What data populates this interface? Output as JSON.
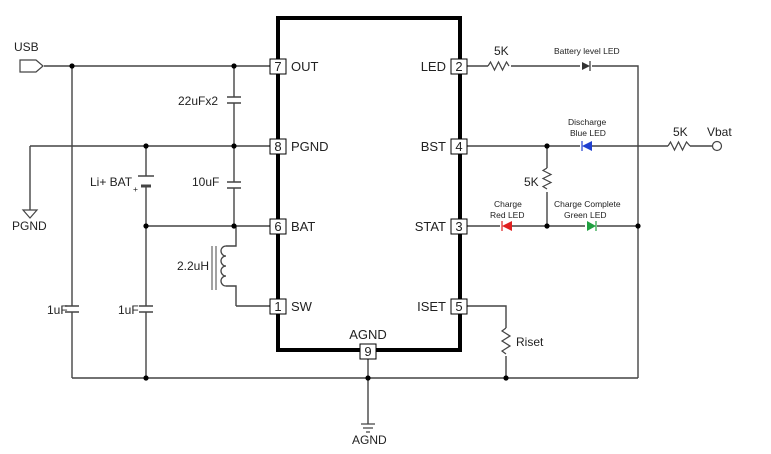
{
  "ports": {
    "usb": "USB",
    "pgnd": "PGND",
    "agnd": "AGND",
    "vbat": "Vbat"
  },
  "pins": [
    {
      "num": "7",
      "name": "OUT"
    },
    {
      "num": "8",
      "name": "PGND"
    },
    {
      "num": "6",
      "name": "BAT"
    },
    {
      "num": "1",
      "name": "SW"
    },
    {
      "num": "2",
      "name": "LED"
    },
    {
      "num": "4",
      "name": "BST"
    },
    {
      "num": "3",
      "name": "STAT"
    },
    {
      "num": "5",
      "name": "ISET"
    },
    {
      "num": "9",
      "name": "AGND"
    }
  ],
  "components": {
    "c_out": "22uFx2",
    "c_bat": "10uF",
    "battery": "Li+ BAT",
    "inductor": "2.2uH",
    "c_usb": "1uF",
    "c_sw": "1uF",
    "r_led": "5K",
    "r_vbat": "5K",
    "r_stat": "5K",
    "r_iset": "Riset",
    "battery_polarity_plus": "+"
  },
  "leds": {
    "battery_level": "Battery level LED",
    "discharge_line1": "Discharge",
    "discharge_line2": "Blue LED",
    "charge_line1": "Charge",
    "charge_line2": "Red LED",
    "complete_line1": "Charge Complete",
    "complete_line2": "Green LED"
  },
  "colors": {
    "red_led": "#e02020",
    "blue_led": "#2040d0",
    "green_led": "#20a040",
    "dark_led": "#333333"
  }
}
